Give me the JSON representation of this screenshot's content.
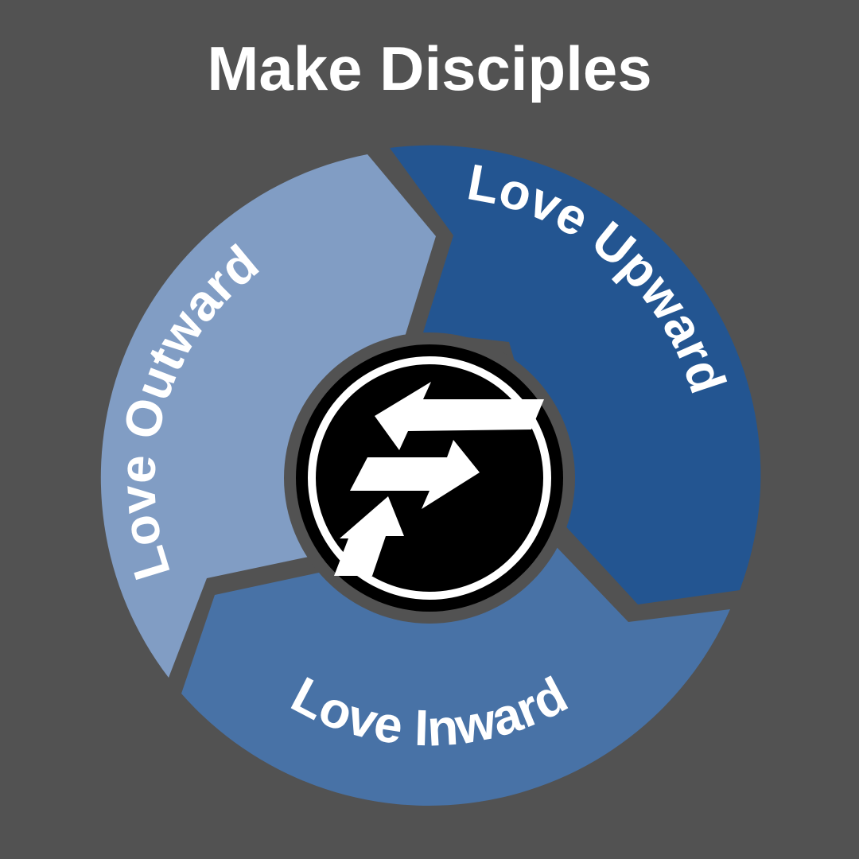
{
  "title": "Make Disciples",
  "segments": [
    {
      "label": "Love Upward",
      "color": "#235591"
    },
    {
      "label": "Love Inward",
      "color": "#4872A6"
    },
    {
      "label": "Love Outward",
      "color": "#819DC4"
    }
  ],
  "center_icon": "arrows-cycle-icon",
  "colors": {
    "background": "#525252",
    "center": "#000000",
    "text": "#ffffff"
  }
}
